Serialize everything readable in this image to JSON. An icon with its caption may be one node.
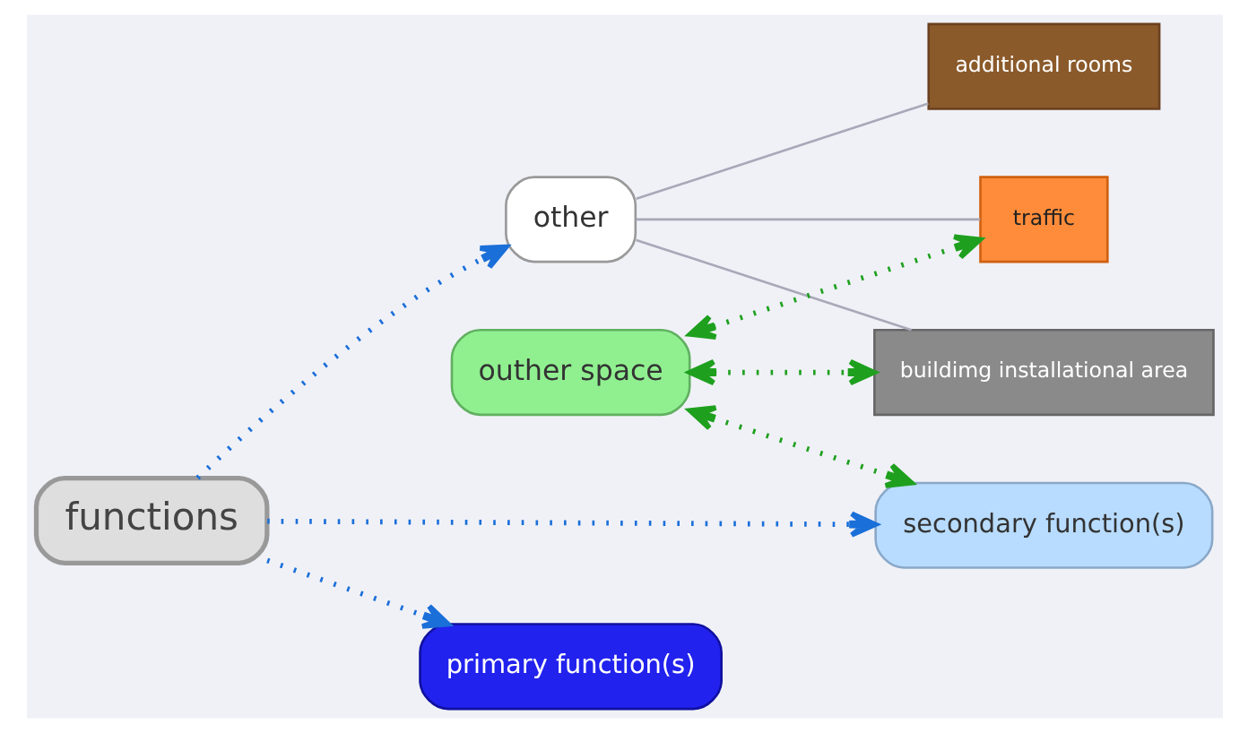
{
  "diagram": {
    "nodes": [
      {
        "text": [
          "other"
        ]
      },
      {
        "text": [
          "additional rooms"
        ]
      },
      {
        "text": [
          "traffic"
        ]
      },
      {
        "text": [
          "buildimg installational area"
        ]
      },
      {
        "text": [
          "primary function(s)"
        ]
      },
      {
        "text": [
          "functions"
        ]
      },
      {
        "text": [
          "outher space"
        ]
      },
      {
        "text": [
          "secondary function(s)"
        ]
      }
    ],
    "edges": [
      {
        "from": 5,
        "to": 0,
        "arrow": "to",
        "style": "dashed"
      },
      {
        "from": 5,
        "to": 4,
        "arrow": "to",
        "style": "dashed"
      },
      {
        "from": 5,
        "to": 7,
        "arrow": "to",
        "style": "dashed"
      },
      {
        "from": 0,
        "to": 1,
        "arrow": "none",
        "color": "#a8a8b8"
      },
      {
        "from": 0,
        "to": 2,
        "arrow": "none",
        "color": "#a8a8b8"
      },
      {
        "from": 0,
        "to": 3,
        "arrow": "none",
        "color": "#a8a8b8"
      },
      {
        "from": 6,
        "to": 2,
        "arrow": "both",
        "style": "dashed",
        "color": "#1ea01e"
      },
      {
        "from": 6,
        "to": 3,
        "arrow": "both",
        "style": "dashed",
        "color": "#1ea01e"
      },
      {
        "from": 6,
        "to": 7,
        "arrow": "both",
        "style": "dashed",
        "color": "#1ea01e"
      }
    ]
  }
}
